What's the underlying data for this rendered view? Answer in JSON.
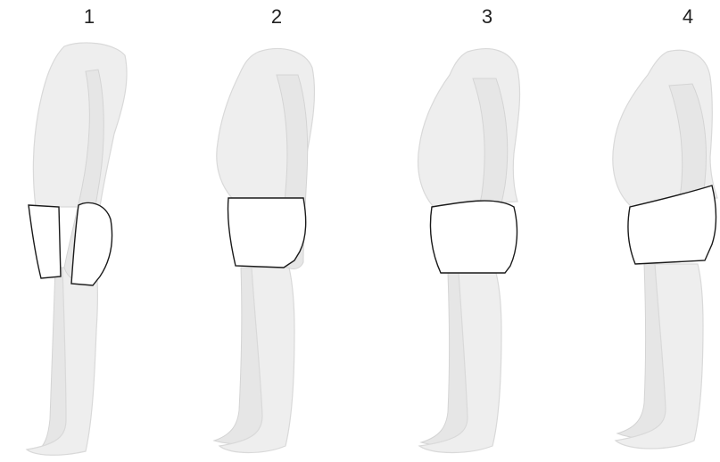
{
  "figure_labels": [
    "1",
    "2",
    "3",
    "4"
  ],
  "colors": {
    "skin": "#eeeeee",
    "outline": "#1a1a1a",
    "background": "#ffffff"
  }
}
